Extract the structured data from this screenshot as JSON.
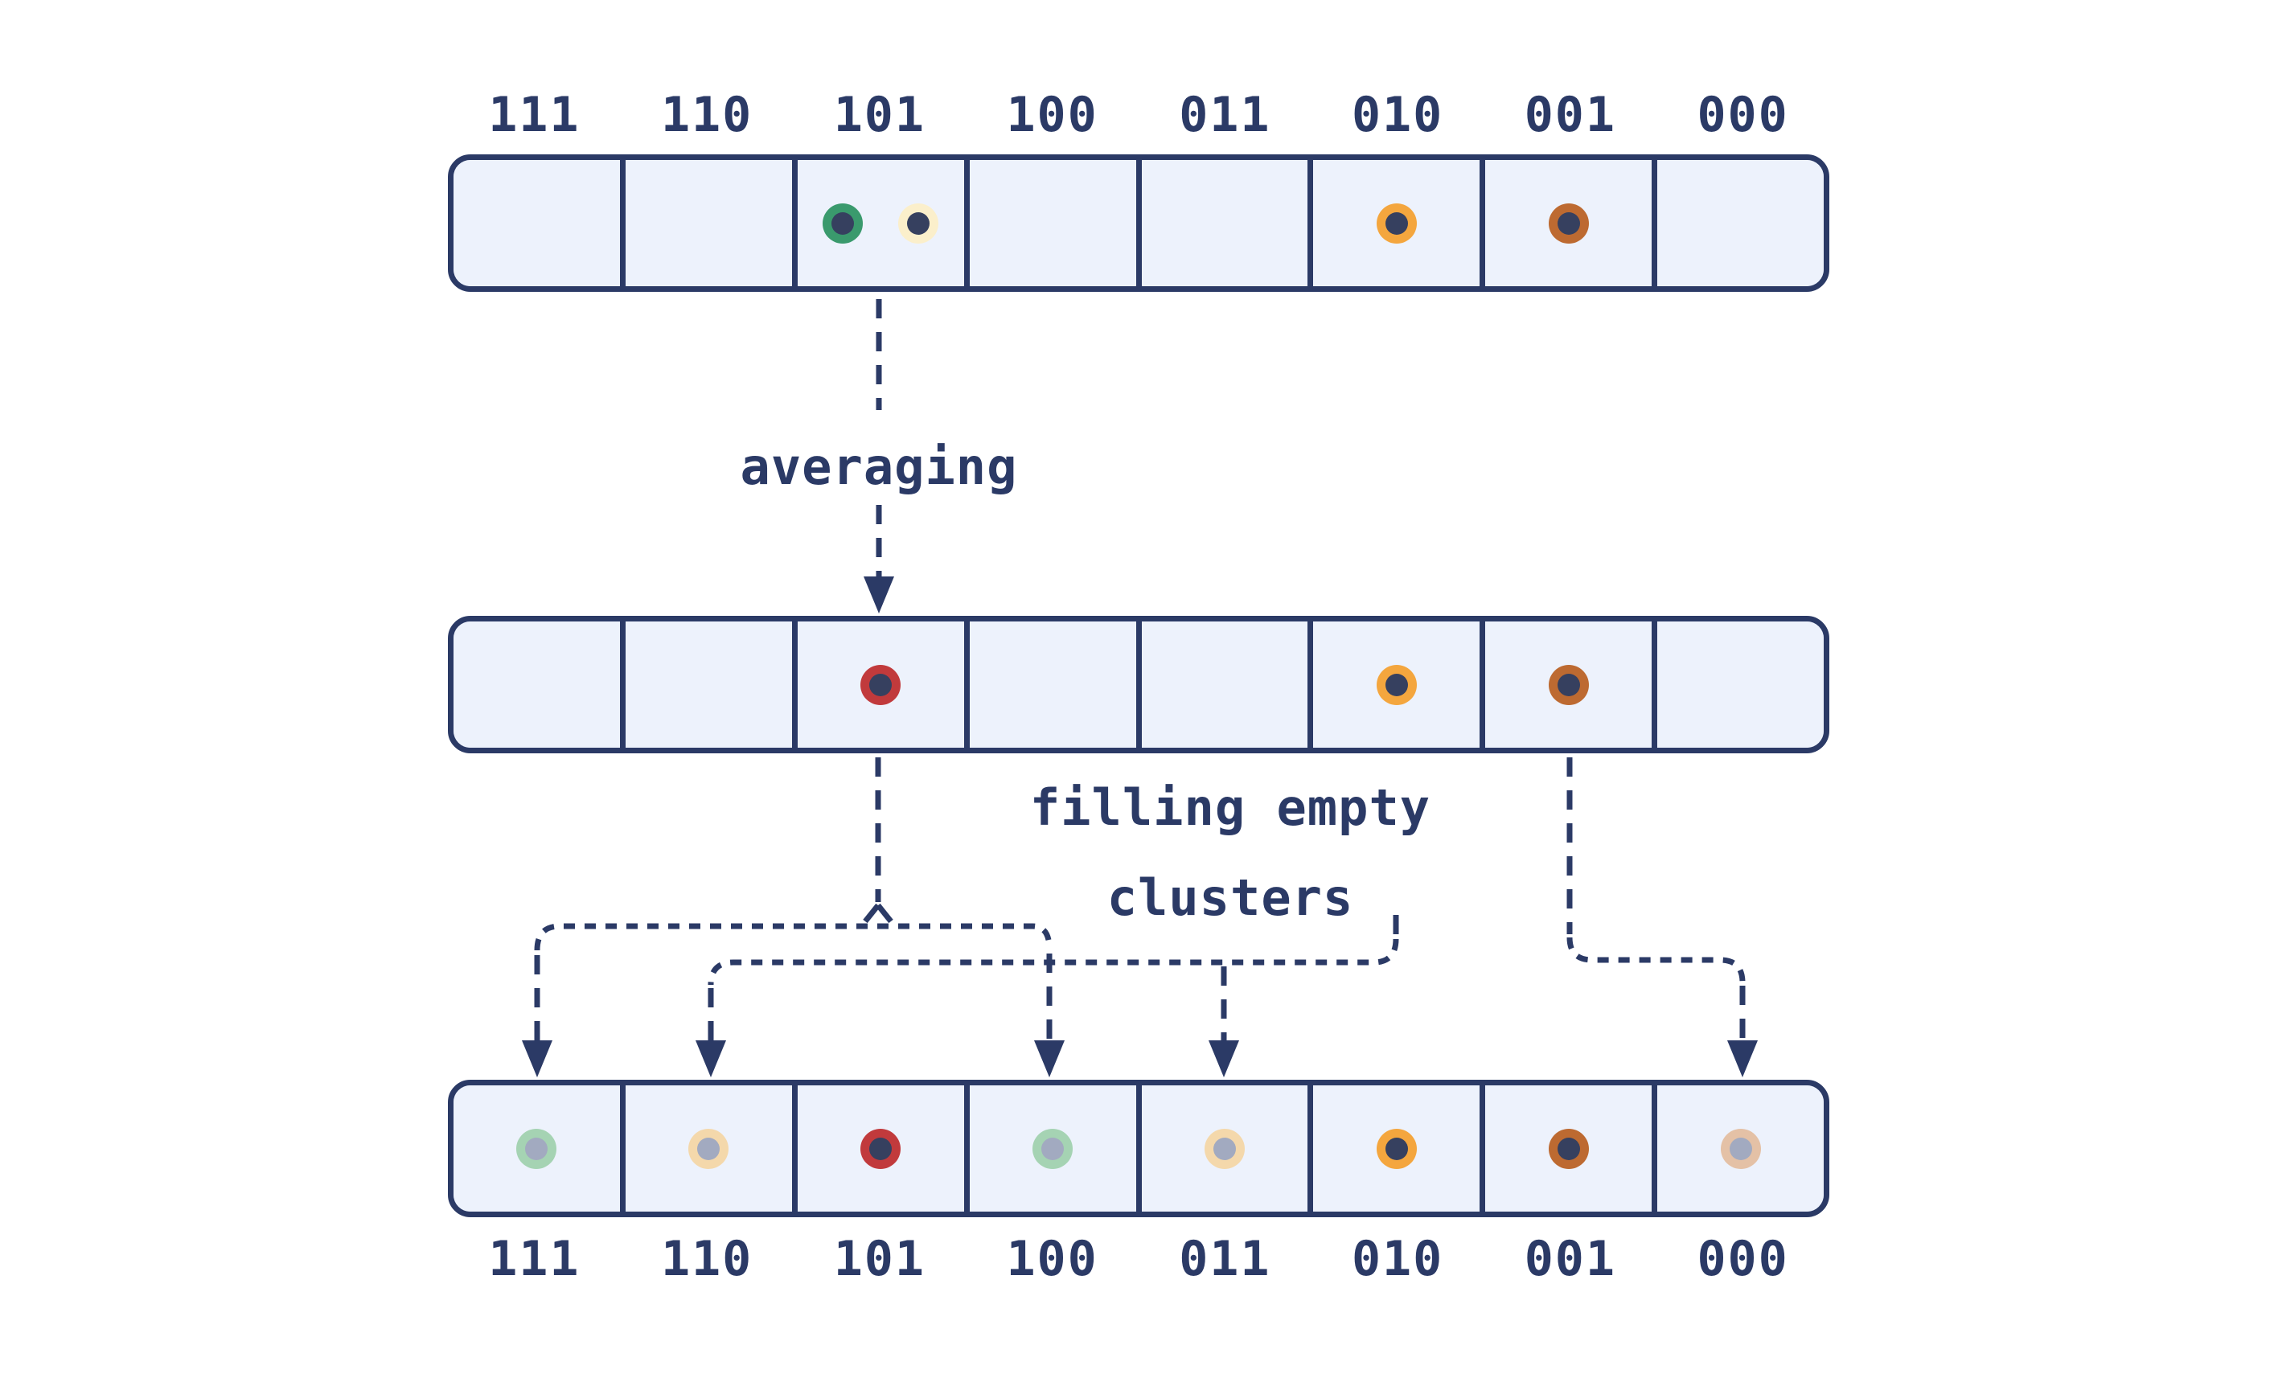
{
  "columns": [
    "111",
    "110",
    "101",
    "100",
    "011",
    "010",
    "001",
    "000"
  ],
  "top_labels": [
    "111",
    "110",
    "101",
    "100",
    "011",
    "010",
    "001",
    "000"
  ],
  "bottom_labels": [
    "111",
    "110",
    "101",
    "100",
    "011",
    "010",
    "001",
    "000"
  ],
  "annotations": {
    "averaging": "averaging",
    "filling_line1": "filling empty",
    "filling_line2": "clusters"
  },
  "colors": {
    "bg": "#ffffff",
    "navy": "#2b3a66",
    "cellFill": "#edf2fc",
    "green": "#3a9a6d",
    "cream": "#fbefcb",
    "orange": "#f4a63e",
    "rust": "#bd6a31",
    "red": "#c13a3c",
    "fadedGreen": "#a5d3b3",
    "fadedCream": "#f4d8ab",
    "fadedRust": "#e4c1a6",
    "dotCenter": "#36405f",
    "fadedCenter": "#a2aac0"
  },
  "dots": {
    "top": [
      {
        "cell": "101",
        "ring": "green",
        "center": "full"
      },
      {
        "cell": "101",
        "ring": "cream",
        "center": "full"
      },
      {
        "cell": "010",
        "ring": "orange",
        "center": "full"
      },
      {
        "cell": "001",
        "ring": "rust",
        "center": "full"
      }
    ],
    "middle": [
      {
        "cell": "101",
        "ring": "red",
        "center": "full"
      },
      {
        "cell": "010",
        "ring": "orange",
        "center": "full"
      },
      {
        "cell": "001",
        "ring": "rust",
        "center": "full"
      }
    ],
    "bottom": [
      {
        "cell": "111",
        "ring": "fadedGreen",
        "center": "faded"
      },
      {
        "cell": "110",
        "ring": "fadedCream",
        "center": "faded"
      },
      {
        "cell": "101",
        "ring": "red",
        "center": "full"
      },
      {
        "cell": "100",
        "ring": "fadedGreen",
        "center": "faded"
      },
      {
        "cell": "011",
        "ring": "fadedCream",
        "center": "faded"
      },
      {
        "cell": "010",
        "ring": "orange",
        "center": "full"
      },
      {
        "cell": "001",
        "ring": "rust",
        "center": "full"
      },
      {
        "cell": "000",
        "ring": "fadedRust",
        "center": "faded"
      }
    ]
  }
}
